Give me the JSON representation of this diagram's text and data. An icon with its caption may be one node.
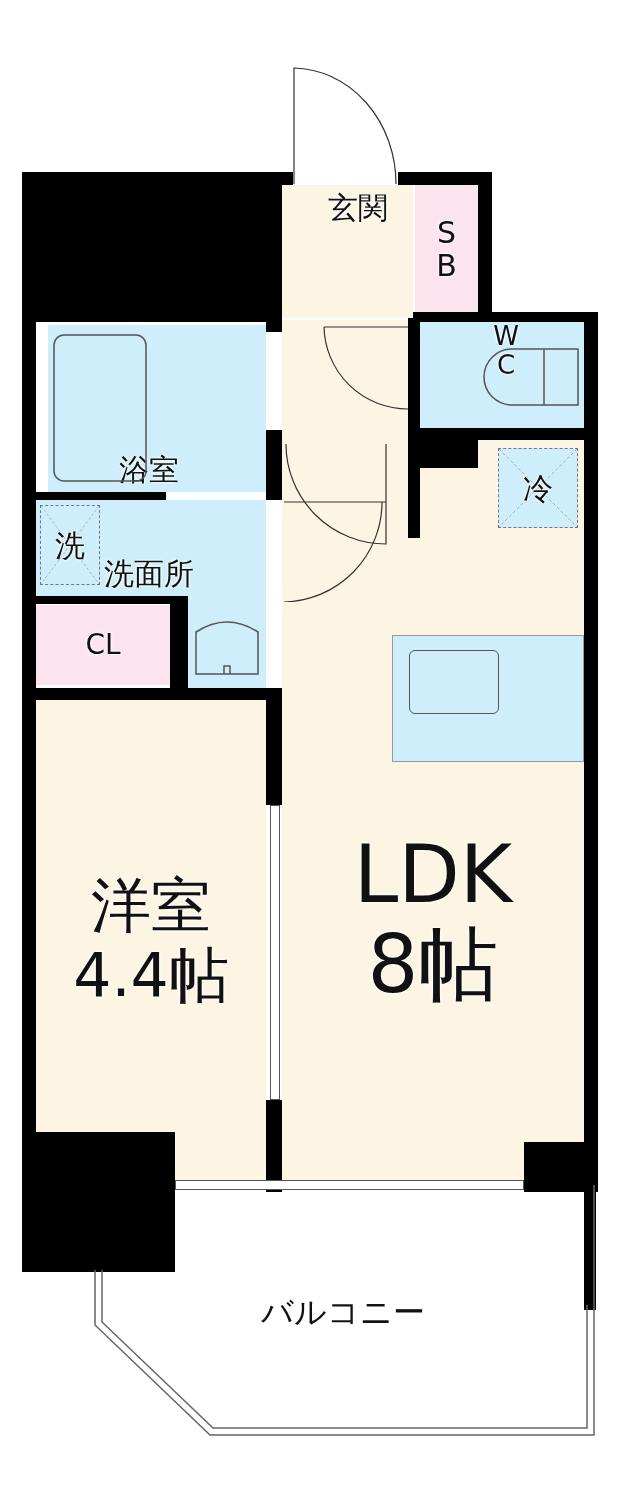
{
  "diagram": {
    "nodes": [
      {
        "text": [
          "玄関"
        ]
      },
      {
        "text": [
          "SB"
        ]
      },
      {
        "text": [
          "WC"
        ]
      },
      {
        "text": [
          "浴室"
        ]
      },
      {
        "text": [
          "洗面所"
        ]
      },
      {
        "text": [
          "洗"
        ],
        "in": 4
      },
      {
        "text": [
          "CL"
        ]
      },
      {
        "text": [
          "洋室",
          "4.4帖"
        ]
      },
      {
        "text": [
          "LDK",
          "8帖"
        ]
      },
      {
        "text": [
          "冷"
        ],
        "in": 8
      },
      {
        "text": [
          "バルコニー"
        ]
      },
      {
        "text": [],
        "shape": "box"
      }
    ]
  }
}
